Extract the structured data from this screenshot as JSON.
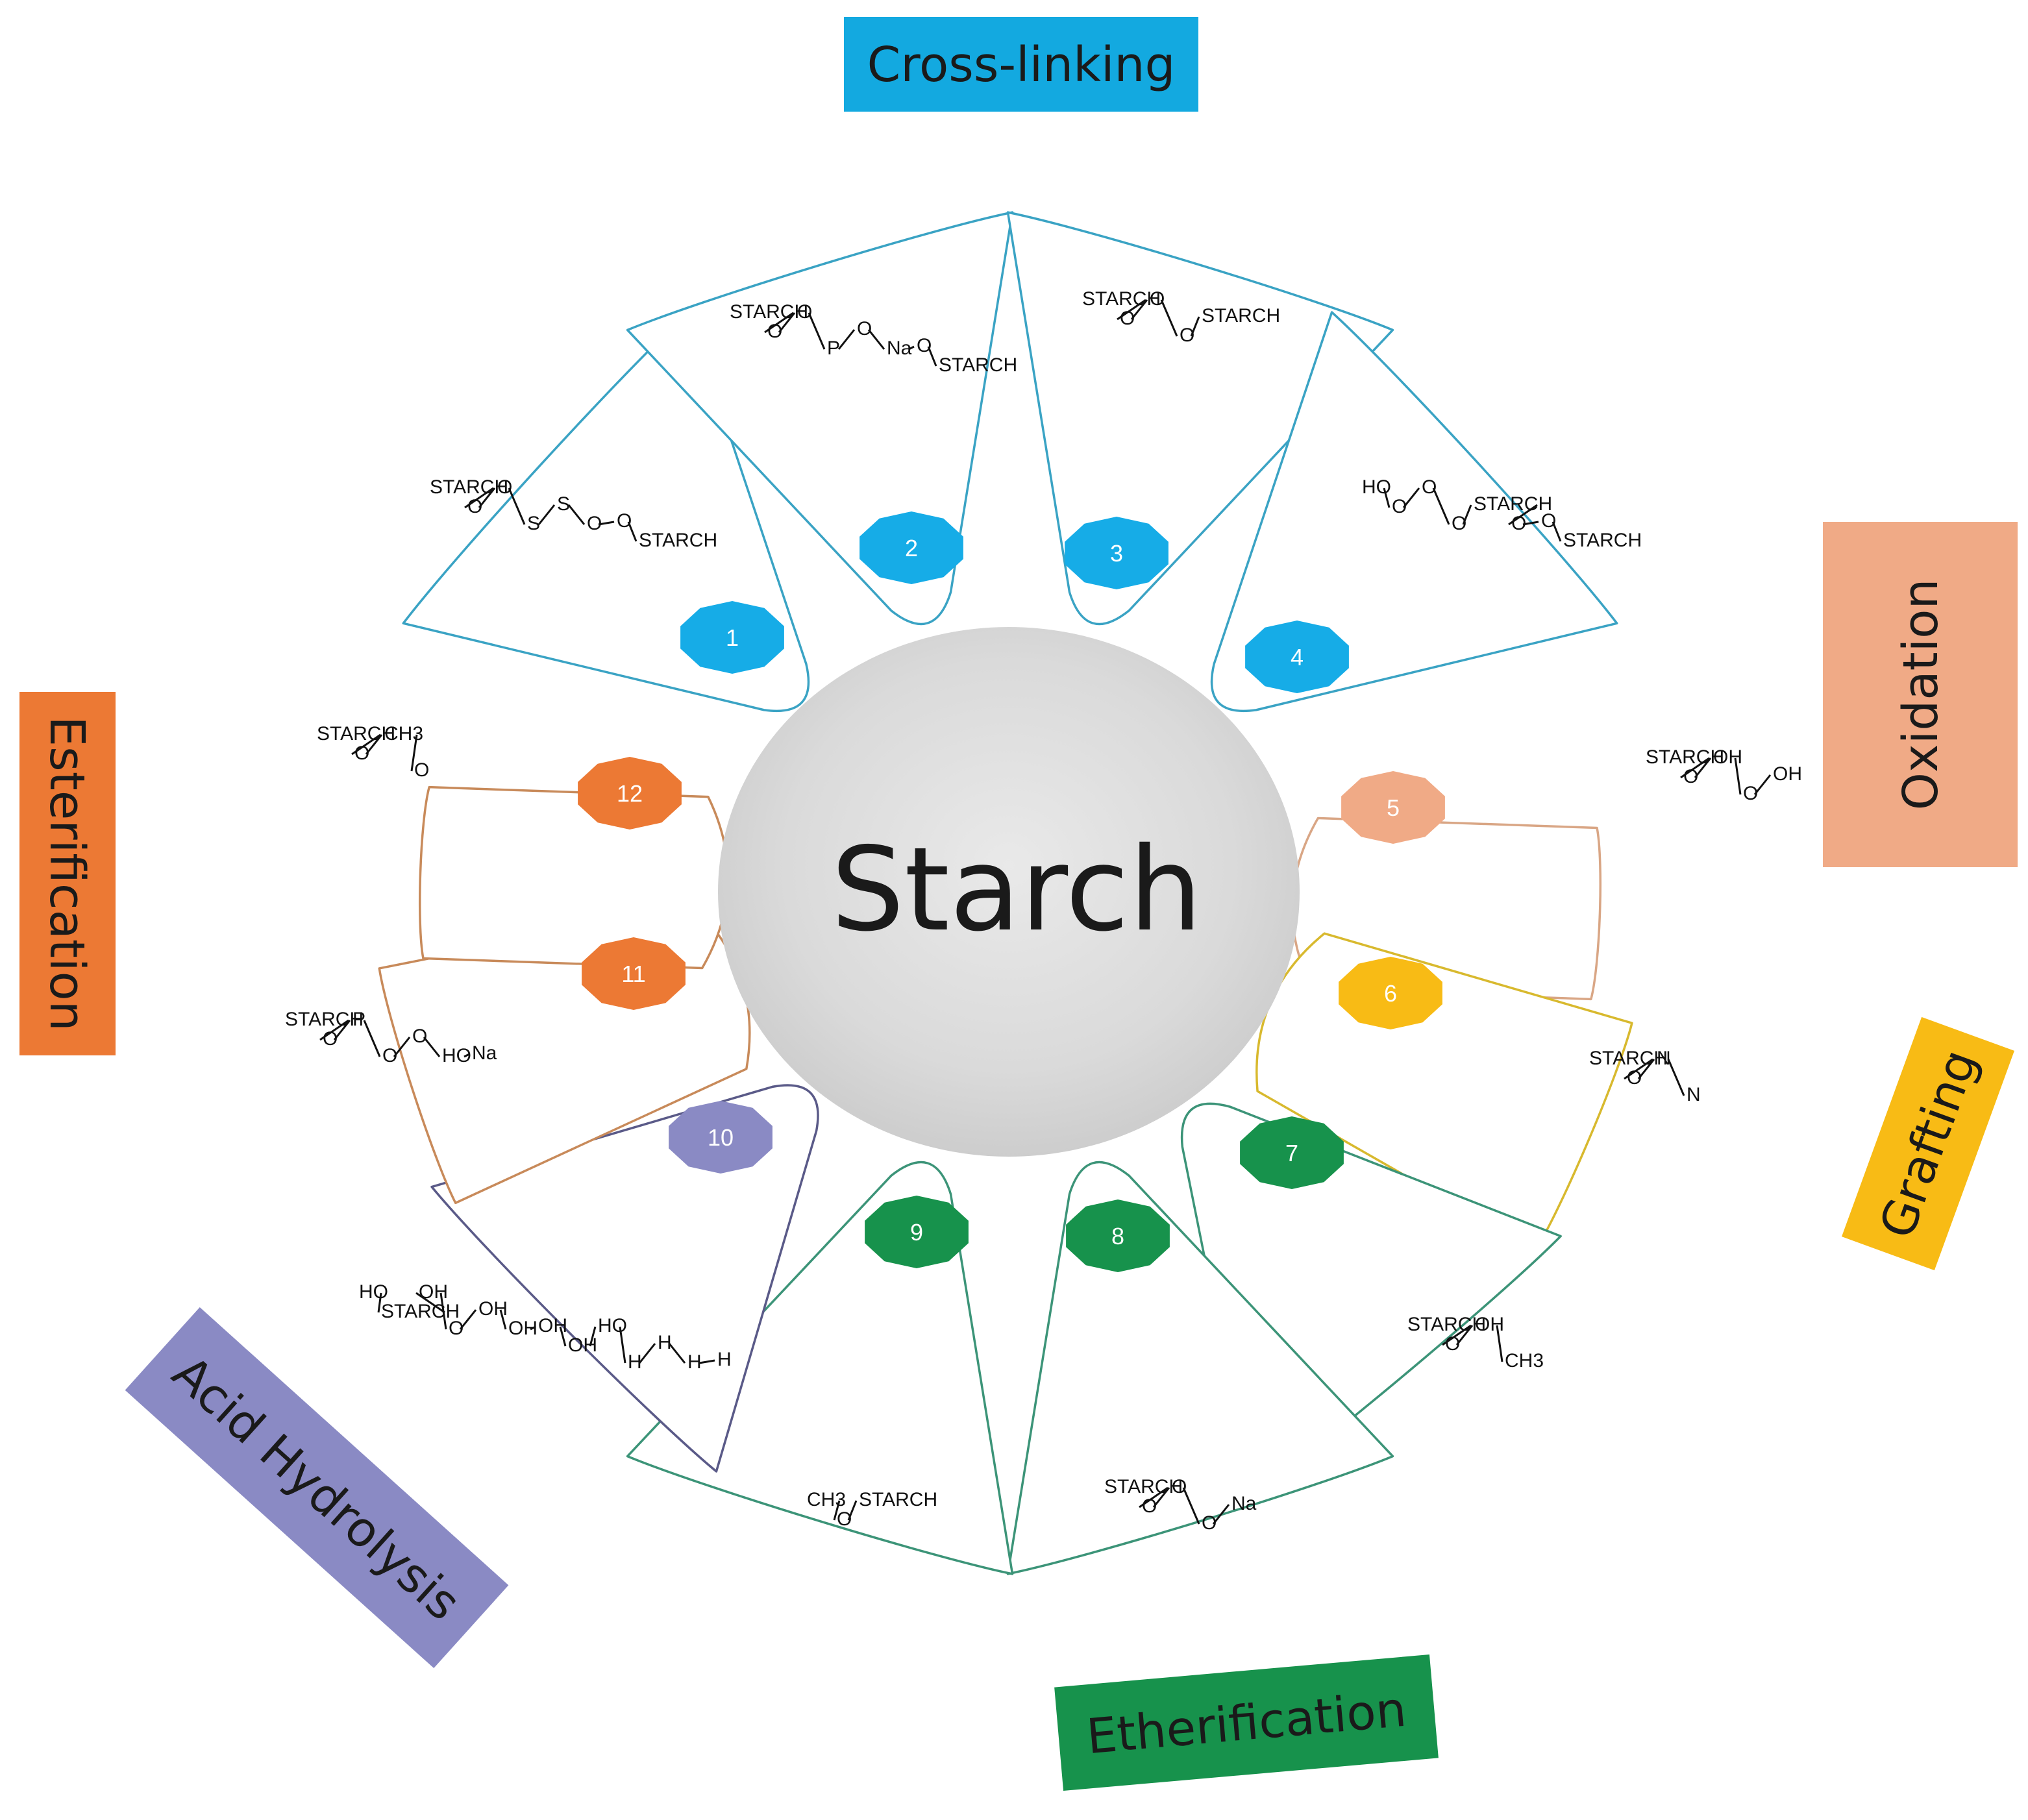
{
  "center": {
    "label": "Starch"
  },
  "categories": [
    {
      "id": "cross_linking",
      "label": "Cross-linking",
      "color": "#13a9e0",
      "members": [
        1,
        2,
        3,
        4
      ]
    },
    {
      "id": "oxidation",
      "label": "Oxidation",
      "color": "#f0aa86",
      "members": [
        5
      ]
    },
    {
      "id": "grafting",
      "label": "Grafting",
      "color": "#f8bb15",
      "members": [
        6
      ]
    },
    {
      "id": "etherification",
      "label": "Etherification",
      "color": "#17924c",
      "members": [
        7,
        8,
        9
      ]
    },
    {
      "id": "acid_hydrolysis",
      "label": "Acid Hydrolysis",
      "color": "#8a8ac4",
      "members": [
        10
      ]
    },
    {
      "id": "esterification",
      "label": "Esterification",
      "color": "#ec7934",
      "members": [
        11,
        12
      ]
    }
  ],
  "petals": [
    {
      "number": "1",
      "category": "cross_linking",
      "color": "#16ace7",
      "outline": "#3aa3c4",
      "structure_text": [
        "STARCH",
        "O",
        "O",
        "S",
        "S",
        "O",
        "O",
        "STARCH"
      ]
    },
    {
      "number": "2",
      "category": "cross_linking",
      "color": "#16ace7",
      "outline": "#3aa3c4",
      "structure_text": [
        "STARCH",
        "O",
        "O",
        "P",
        "O",
        "Na",
        "O",
        "STARCH"
      ]
    },
    {
      "number": "3",
      "category": "cross_linking",
      "color": "#16ace7",
      "outline": "#3aa3c4",
      "structure_text": [
        "STARCH",
        "O",
        "O",
        "O",
        "STARCH"
      ]
    },
    {
      "number": "4",
      "category": "cross_linking",
      "color": "#16ace7",
      "outline": "#3aa3c4",
      "structure_text": [
        "HO",
        "O",
        "O",
        "O",
        "STARCH",
        "O",
        "O",
        "STARCH"
      ]
    },
    {
      "number": "5",
      "category": "oxidation",
      "color": "#f0aa86",
      "outline": "#d9a685",
      "structure_text": [
        "STARCH",
        "O",
        "OH",
        "O",
        "OH"
      ]
    },
    {
      "number": "6",
      "category": "grafting",
      "color": "#f8bb15",
      "outline": "#d8b92e",
      "structure_text": [
        "STARCH",
        "O",
        "N",
        "N"
      ]
    },
    {
      "number": "7",
      "category": "etherification",
      "color": "#17924c",
      "outline": "#3c9478",
      "structure_text": [
        "STARCH",
        "O",
        "OH",
        "CH3"
      ]
    },
    {
      "number": "8",
      "category": "etherification",
      "color": "#17924c",
      "outline": "#3c9478",
      "structure_text": [
        "STARCH",
        "O",
        "O",
        "O",
        "Na"
      ]
    },
    {
      "number": "9",
      "category": "etherification",
      "color": "#17924c",
      "outline": "#3c9478",
      "structure_text": [
        "CH3",
        "O",
        "STARCH"
      ]
    },
    {
      "number": "10",
      "category": "acid_hydrolysis",
      "color": "#8a8ac4",
      "outline": "#5a5a88",
      "structure_text": [
        "HO",
        "STARCH",
        "OH",
        "O",
        "OH",
        "OH",
        "OH",
        "OH",
        "HO",
        "H",
        "H",
        "H",
        "H"
      ]
    },
    {
      "number": "11",
      "category": "esterification",
      "color": "#ec7934",
      "outline": "#c88a5a",
      "structure_text": [
        "STARCH",
        "O",
        "P",
        "O",
        "O",
        "HO",
        "Na"
      ]
    },
    {
      "number": "12",
      "category": "esterification",
      "color": "#ec7934",
      "outline": "#c88a5a",
      "structure_text": [
        "STARCH",
        "O",
        "CH3",
        "O"
      ]
    }
  ]
}
